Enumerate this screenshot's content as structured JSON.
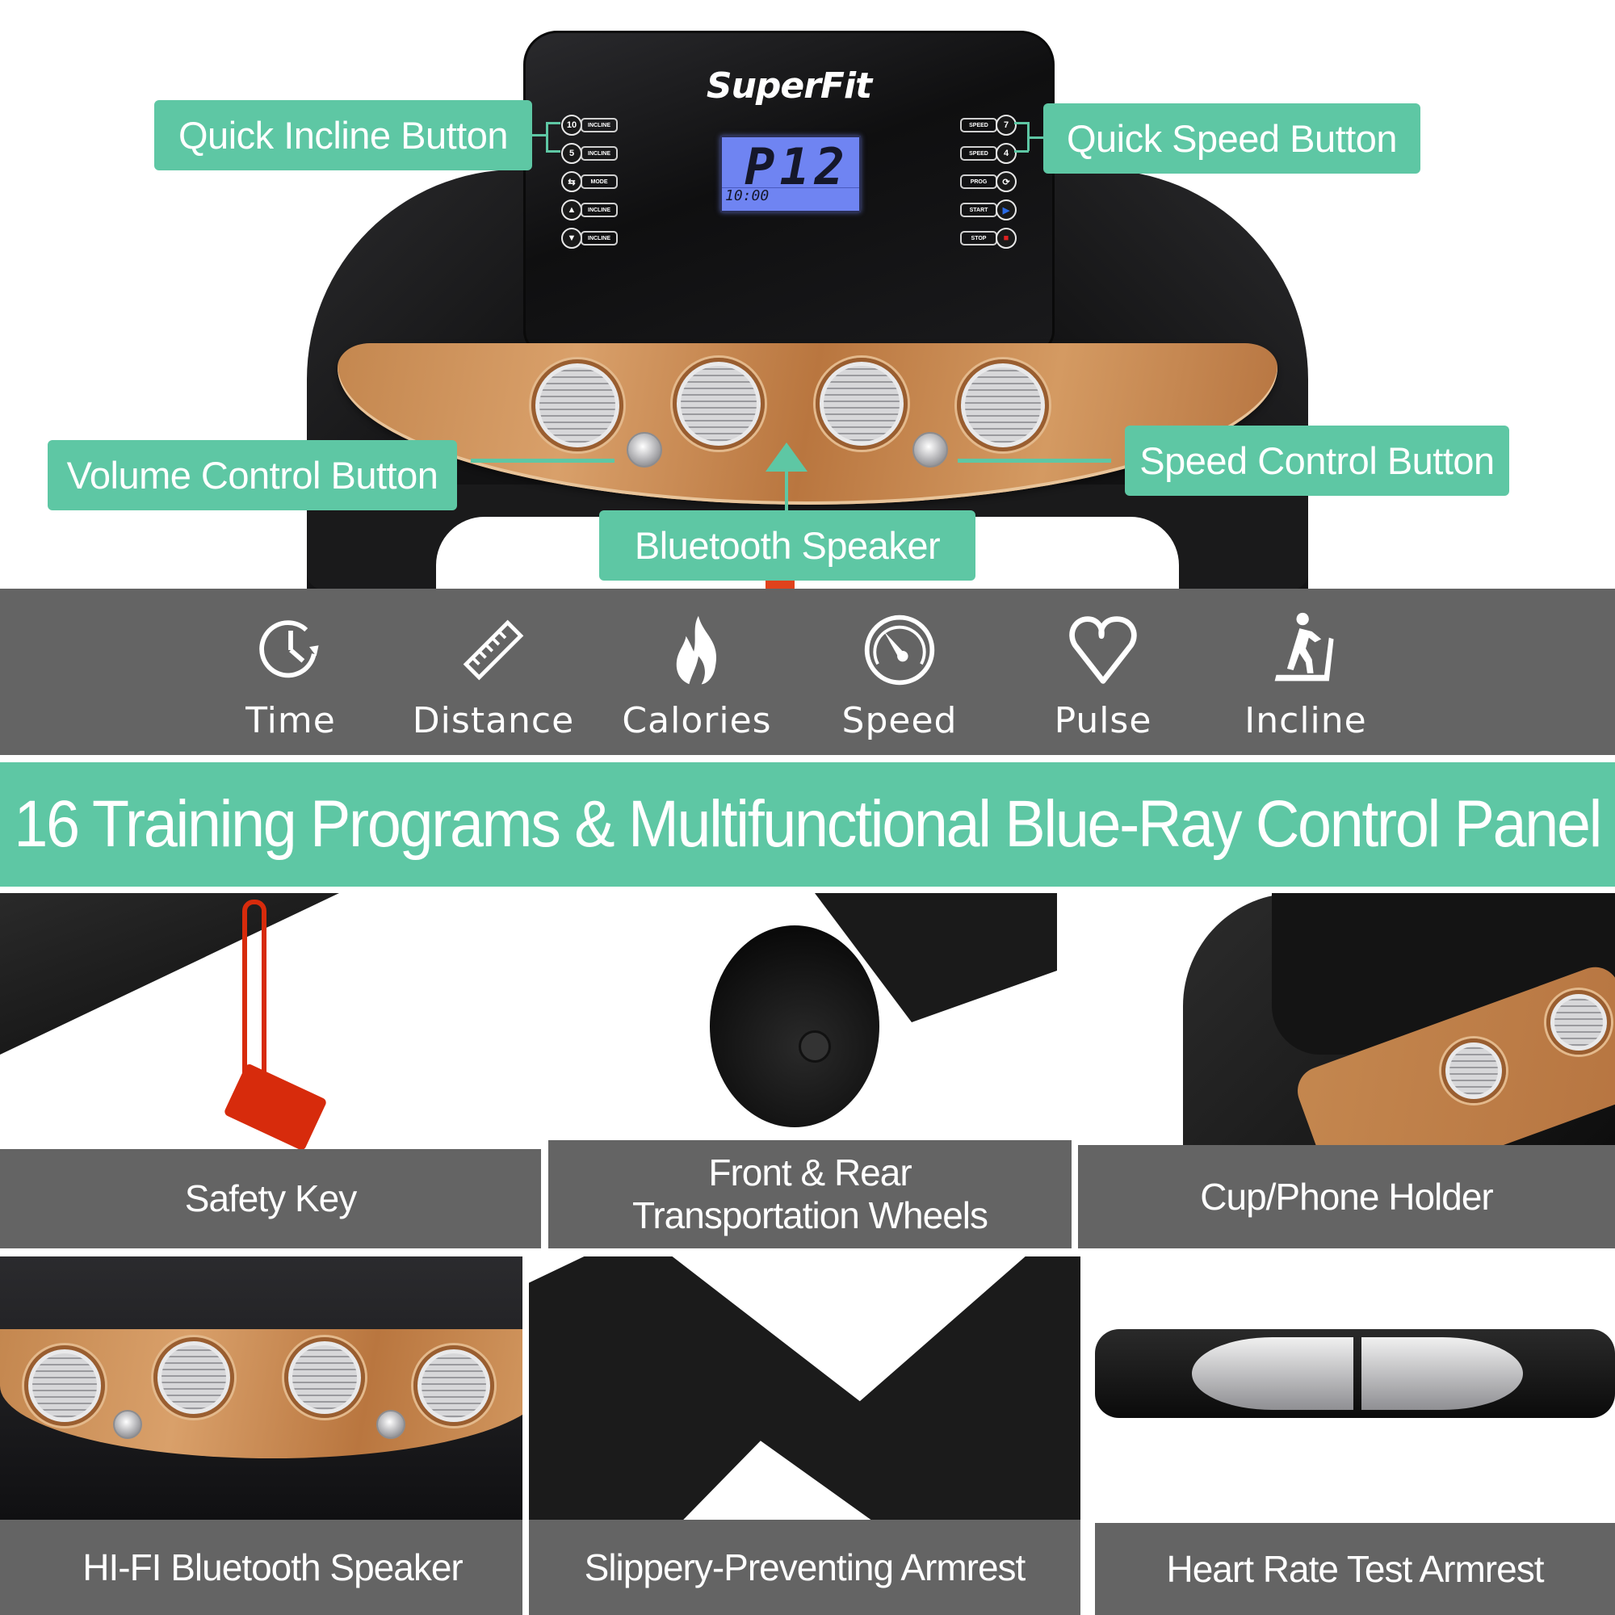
{
  "console": {
    "brand": "SuperFit",
    "lcd": {
      "main": "P12",
      "sub": "10:00",
      "color": "#6f84f2"
    },
    "left_buttons": [
      {
        "circle": "10",
        "pill": "INCLINE"
      },
      {
        "circle": "5",
        "pill": "INCLINE"
      },
      {
        "circle": "⇆",
        "pill": "MODE"
      },
      {
        "circle": "▲",
        "pill": "INCLINE"
      },
      {
        "circle": "▼",
        "pill": "INCLINE"
      }
    ],
    "right_buttons": [
      {
        "pill": "SPEED",
        "circle": "7"
      },
      {
        "pill": "SPEED",
        "circle": "4"
      },
      {
        "pill": "PROG",
        "circle": "⟳"
      },
      {
        "pill": "START",
        "circle": "▶"
      },
      {
        "pill": "STOP",
        "circle": "■"
      }
    ]
  },
  "callouts": {
    "quick_incline": "Quick Incline Button",
    "quick_speed": "Quick Speed Button",
    "volume_control": "Volume Control Button",
    "speed_control": "Speed Control Button",
    "bluetooth_speaker": "Bluetooth Speaker"
  },
  "metrics": [
    {
      "label": "Time",
      "icon": "clock-icon"
    },
    {
      "label": "Distance",
      "icon": "ruler-icon"
    },
    {
      "label": "Calories",
      "icon": "flame-icon"
    },
    {
      "label": "Speed",
      "icon": "speedometer-icon"
    },
    {
      "label": "Pulse",
      "icon": "heart-icon"
    },
    {
      "label": "Incline",
      "icon": "treadmill-runner-icon"
    }
  ],
  "headline": "16 Training Programs & Multifunctional Blue-Ray Control Panel",
  "features": [
    {
      "caption": "Safety Key"
    },
    {
      "caption_line1": "Front & Rear",
      "caption_line2": "Transportation Wheels"
    },
    {
      "caption": "Cup/Phone Holder"
    },
    {
      "caption": "HI-FI Bluetooth Speaker"
    },
    {
      "caption": "Slippery-Preventing Armrest"
    },
    {
      "caption": "Heart Rate Test Armrest"
    }
  ],
  "colors": {
    "accent_green": "#5ec7a4",
    "band_gray": "#646464",
    "lcd_blue": "#6f84f2",
    "wood": "#c4874f"
  }
}
